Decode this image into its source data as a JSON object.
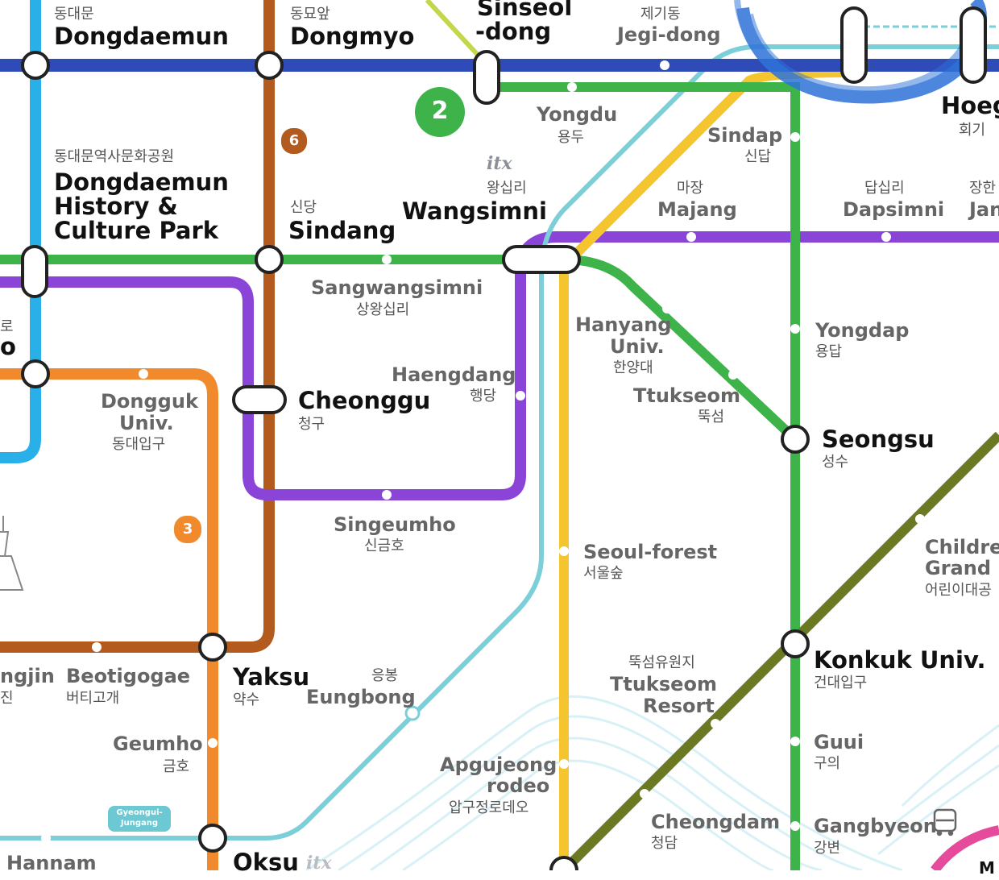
{
  "lines": {
    "line1": {
      "color": "#2f4bb8"
    },
    "line2": {
      "color": "#3db34a",
      "badge": "2"
    },
    "line3": {
      "color": "#f08a2c",
      "badge": "3"
    },
    "line4": {
      "color": "#2ab0e8"
    },
    "line5": {
      "color": "#8a44d8"
    },
    "line6": {
      "color": "#b35b1e",
      "badge": "6"
    },
    "gyeongui": {
      "color": "#7ccfd8",
      "badge": "Gyeongui-Jungang"
    },
    "sillim": {
      "color": "#f5c530"
    },
    "line7": {
      "color": "#6b7a22"
    },
    "ui": {
      "color": "#c4d64a"
    },
    "suin": {
      "color": "#e54b9a"
    }
  },
  "stations": {
    "dongdaemun": {
      "en": "Dongdaemun",
      "ko": "동대문"
    },
    "dongmyo": {
      "en": "Dongmyo",
      "ko": "동묘앞"
    },
    "sinseol": {
      "en1": "Sinseol",
      "en2": "-dong"
    },
    "jegi": {
      "en": "Jegi-dong",
      "ko": "제기동"
    },
    "hoegi": {
      "en": "Hoeg",
      "ko": "회기"
    },
    "yongdu": {
      "en": "Yongdu",
      "ko": "용두"
    },
    "sindap": {
      "en": "Sindap",
      "ko": "신답"
    },
    "ddp": {
      "ko": "동대문역사문화공원",
      "en1": "Dongdaemun",
      "en2": "History &",
      "en3": "Culture Park"
    },
    "sindang": {
      "ko": "신당",
      "en": "Sindang"
    },
    "wangsimni": {
      "itx": "itx",
      "ko": "왕십리",
      "en": "Wangsimni"
    },
    "majang": {
      "ko": "마장",
      "en": "Majang"
    },
    "dapsimni": {
      "ko": "답십리",
      "en": "Dapsimni"
    },
    "janghanpyeong": {
      "ko": "장한",
      "en": "Jan"
    },
    "euljiro": {
      "ko": "로",
      "en": "o"
    },
    "sangwangsimni": {
      "en": "Sangwangsimni",
      "ko": "상왕십리"
    },
    "hanyang": {
      "en1": "Hanyang",
      "en2": "Univ.",
      "ko": "한양대"
    },
    "yongdap": {
      "en": "Yongdap",
      "ko": "용답"
    },
    "haengdang": {
      "en": "Haengdang",
      "ko": "행당"
    },
    "ttukseom": {
      "en": "Ttukseom",
      "ko": "뚝섬"
    },
    "dongguk": {
      "en1": "Dongguk",
      "en2": "Univ.",
      "ko": "동대입구"
    },
    "cheonggu": {
      "en": "Cheonggu",
      "ko": "청구"
    },
    "seongsu": {
      "en": "Seongsu",
      "ko": "성수"
    },
    "singeumho": {
      "en": "Singeumho",
      "ko": "신금호"
    },
    "seoulforest": {
      "en": "Seoul-forest",
      "ko": "서울숲"
    },
    "childrens": {
      "en1": "Children",
      "en2": "Grand P",
      "ko": "어린이대공"
    },
    "yaksu": {
      "en": "Yaksu",
      "ko": "약수"
    },
    "eungbong": {
      "ko": "응봉",
      "en": "Eungbong"
    },
    "beotigogae": {
      "en": "Beotigogae",
      "ko": "버티고개"
    },
    "chungmuro": {
      "en": "ngjin",
      "ko": "진"
    },
    "resort": {
      "ko": "뚝섬유원지",
      "en1": "Ttukseom",
      "en2": "Resort"
    },
    "konkuk": {
      "en": "Konkuk Univ.",
      "ko": "건대입구"
    },
    "geumho": {
      "en": "Geumho",
      "ko": "금호"
    },
    "guui": {
      "en": "Guui",
      "ko": "구의"
    },
    "apgujeong": {
      "en1": "Apgujeong",
      "en2": "rodeo",
      "ko": "압구정로데오"
    },
    "cheongdam": {
      "en": "Cheongdam",
      "ko": "청담"
    },
    "gangbyeon": {
      "en": "Gangbyeon",
      "ko": "강변"
    },
    "hannam": {
      "en": "Hannam"
    },
    "oksu": {
      "en": "Oksu",
      "itx": "itx"
    },
    "edge_m": {
      "en": "M"
    }
  },
  "icons": [
    "bus-terminal-icon",
    "landmark-tower-icon",
    "itx-logo"
  ]
}
